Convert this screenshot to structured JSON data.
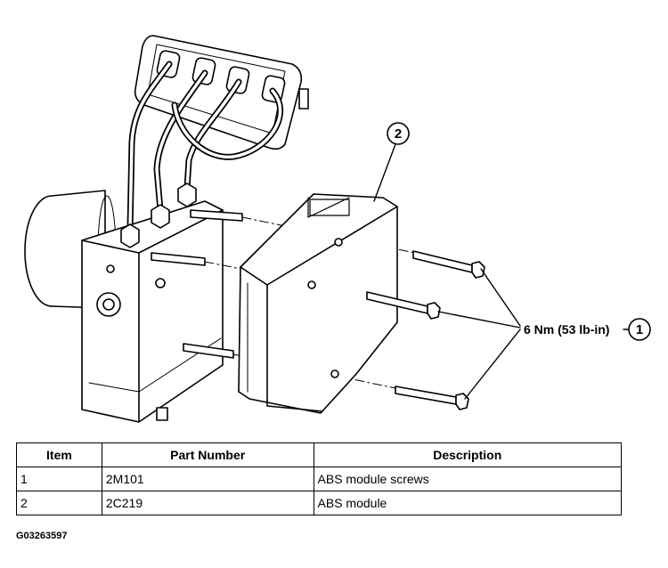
{
  "diagram": {
    "callouts": [
      {
        "number": "1",
        "label": "6 Nm (53 lb-in)"
      },
      {
        "number": "2",
        "label": ""
      }
    ]
  },
  "parts_table": {
    "headers": {
      "item": "Item",
      "part_number": "Part Number",
      "description": "Description"
    },
    "rows": [
      {
        "item": "1",
        "part_number": "2M101",
        "description": "ABS module screws"
      },
      {
        "item": "2",
        "part_number": "2C219",
        "description": "ABS module"
      }
    ]
  },
  "figure_id": "G03263597"
}
